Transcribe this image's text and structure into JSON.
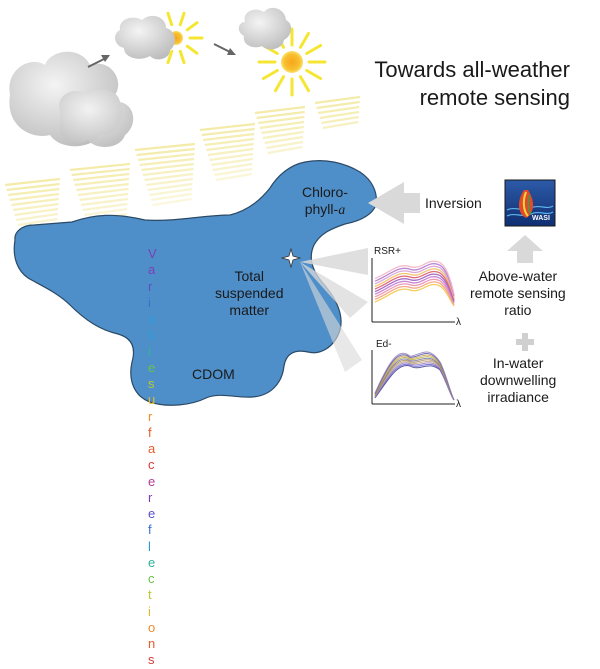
{
  "title": {
    "line1": "Towards all-weather",
    "line2": "remote sensing"
  },
  "water_labels": {
    "chlorophyll_line1": "Chloro-",
    "chlorophyll_line2": "phyll-",
    "chlorophyll_italic": "a",
    "tsm_line1": "Total",
    "tsm_line2": "suspended",
    "tsm_line3": "matter",
    "cdom": "CDOM",
    "surface_line1": "Variable surface",
    "surface_line2": "reflections"
  },
  "right_panel": {
    "inversion": "Inversion",
    "logo_text": "WASI",
    "rsr_line1": "Above-water",
    "rsr_line2": "remote sensing",
    "rsr_line3": "ratio",
    "plus": "+",
    "ed_line1": "In-water",
    "ed_line2": "downwelling",
    "ed_line3": "irradiance"
  },
  "plots": {
    "rsr_label": "RSR+",
    "ed_label": "Ed-",
    "x_symbol": "λ"
  },
  "colors": {
    "water": "#4f8fc9",
    "water_edge": "#2b4a66",
    "sun": "#f7b731",
    "sun_ray": "#f5e632",
    "cloud": "#d0d0d0",
    "arrow_gray": "#d9d9d9",
    "light_band": "#f3e9a0"
  }
}
